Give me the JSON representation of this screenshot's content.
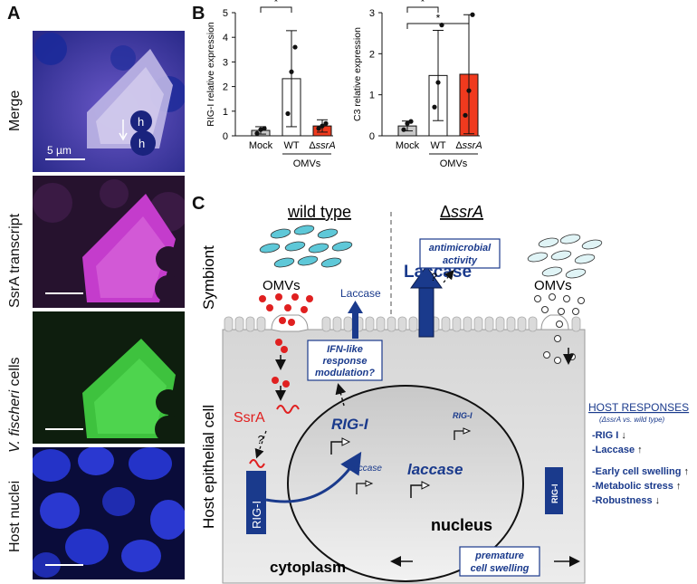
{
  "panel_a": {
    "letter": "A",
    "rows": [
      {
        "label": "Merge",
        "label_plain": "Merge"
      },
      {
        "label": "SsrA transcript"
      },
      {
        "label_italic": "V. fischeri",
        "label_rest": " cells"
      },
      {
        "label": "Host nuclei"
      }
    ],
    "scale_label": "5 µm",
    "nucleus_tag": "h",
    "colors": {
      "merge_bg": "#3a2f9a",
      "magenta": "#c040c8",
      "green": "#33cc33",
      "blue": "#2b3fd8",
      "dark": "#14122e"
    }
  },
  "panel_b": {
    "letter": "B",
    "asterisk": "*",
    "omvs_label": "OMVs",
    "colors": {
      "mock": "#c8c8c8",
      "wt": "#ffffff",
      "ssra": "#f03a1e"
    }
  },
  "chart_data": [
    {
      "type": "bar",
      "ylabel": "RIG-I relative expression",
      "categories": [
        "Mock",
        "WT",
        "ΔssrA"
      ],
      "category_prefix": [
        "",
        "",
        "Δ"
      ],
      "category_italic": [
        "",
        "",
        "ssrA"
      ],
      "values": [
        0.22,
        2.32,
        0.4
      ],
      "errors": [
        0.15,
        1.95,
        0.25
      ],
      "points": [
        [
          0.1,
          0.25,
          0.3
        ],
        [
          0.9,
          2.6,
          3.6
        ],
        [
          0.3,
          0.4,
          0.5
        ]
      ],
      "ylim": [
        0,
        5
      ],
      "yticks": [
        0,
        1,
        2,
        3,
        4,
        5
      ],
      "significance": [
        {
          "from": 0,
          "to": 1,
          "label": "*"
        }
      ],
      "group_label": "OMVs"
    },
    {
      "type": "bar",
      "ylabel": "C3 relative expression",
      "categories": [
        "Mock",
        "WT",
        "ΔssrA"
      ],
      "category_prefix": [
        "",
        "",
        "Δ"
      ],
      "category_italic": [
        "",
        "",
        "ssrA"
      ],
      "values": [
        0.24,
        1.47,
        1.5
      ],
      "errors": [
        0.12,
        1.1,
        1.45
      ],
      "points": [
        [
          0.15,
          0.3,
          0.35
        ],
        [
          0.7,
          1.3,
          2.7
        ],
        [
          0.5,
          1.1,
          2.95
        ]
      ],
      "ylim": [
        0,
        3
      ],
      "yticks": [
        0,
        1,
        2,
        3
      ],
      "significance": [
        {
          "from": 0,
          "to": 1,
          "label": "*"
        },
        {
          "from": 0,
          "to": 2,
          "label": "*"
        }
      ],
      "group_label": "OMVs"
    }
  ],
  "panel_c": {
    "letter": "C",
    "title_wt": "wild type",
    "title_mut_prefix": "Δ",
    "title_mut_italic": "ssrA",
    "symbiont": "Symbiont",
    "host_cell": "Host epithelial cell",
    "omvs": "OMVs",
    "laccase": "Laccase",
    "ssra": "SsrA",
    "question": "?",
    "antimicrobial_1": "antimicrobial",
    "antimicrobial_2": "activity",
    "ifn_1": "IFN-like",
    "ifn_2": "response",
    "ifn_3": "modulation?",
    "rig_i": "RIG-I",
    "rig_i_label": "RIG-I",
    "laccase_gene": "laccase",
    "nucleus": "nucleus",
    "cytoplasm": "cytoplasm",
    "premature_1": "premature",
    "premature_2": "cell swelling",
    "host_responses": {
      "title": "HOST RESPONSES",
      "subtitle": "(ΔssrA vs. wild type)",
      "items": [
        "-RIG I",
        "-Laccase",
        "-Early cell swelling",
        "-Metabolic stress",
        "-Robustness"
      ],
      "arrows": [
        "↓",
        "↑",
        "↑",
        "↑",
        "↓"
      ]
    },
    "colors": {
      "navy": "#1a3a8c",
      "red": "#e02020",
      "cyan": "#5ec8d8",
      "cell": "#e6e6e6"
    }
  }
}
